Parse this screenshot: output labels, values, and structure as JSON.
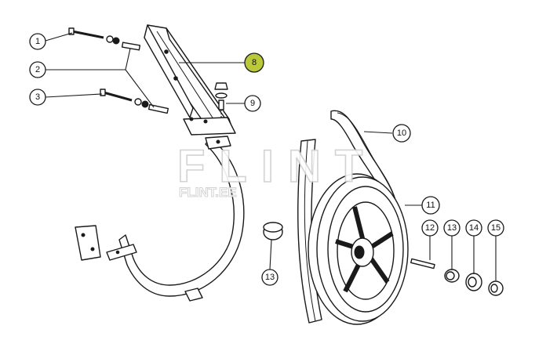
{
  "watermark": {
    "main": "FLINT",
    "sub": "FLINT.EE"
  },
  "callouts": [
    {
      "id": "c1",
      "label": "1"
    },
    {
      "id": "c2",
      "label": "2"
    },
    {
      "id": "c3",
      "label": "3"
    },
    {
      "id": "c8",
      "label": "8",
      "highlighted": true
    },
    {
      "id": "c9",
      "label": "9"
    },
    {
      "id": "c10",
      "label": "10"
    },
    {
      "id": "c11",
      "label": "11"
    },
    {
      "id": "c12",
      "label": "12"
    },
    {
      "id": "c13a",
      "label": "13"
    },
    {
      "id": "c14",
      "label": "14"
    },
    {
      "id": "c15",
      "label": "15"
    },
    {
      "id": "c13b",
      "label": "13"
    }
  ],
  "colors": {
    "highlight": "#b9c93a",
    "line": "#1a1a1a",
    "watermark": "#cfcfcf"
  }
}
